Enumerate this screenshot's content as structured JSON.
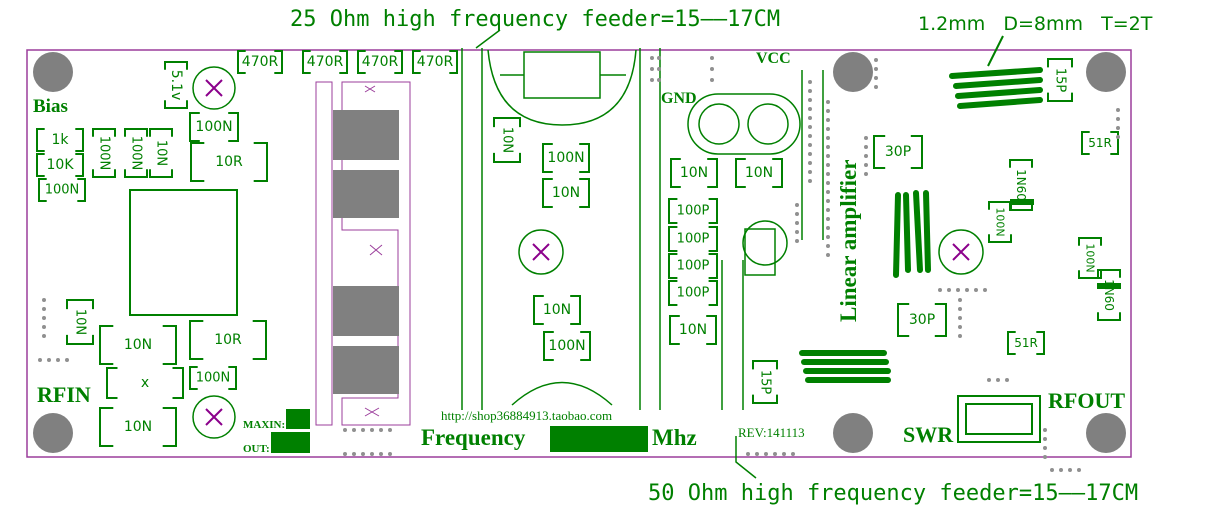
{
  "annotations": {
    "top_feeder": "25 Ohm high frequency feeder=15——17CM",
    "coil_spec": "1.2mm   D=8mm   T=2T",
    "bottom_feeder": "50 Ohm high frequency feeder=15——17CM"
  },
  "board": {
    "bias": "Bias",
    "rfin": "RFIN",
    "rfout": "RFOUT",
    "swr": "SWR",
    "vcc": "VCC",
    "gnd": "GND",
    "linear_amplifier": "Linear amplifier",
    "rev": "REV:141113",
    "url": "http://shop36884913.taobao.com",
    "frequency": "Frequency",
    "mhz": "Mhz",
    "maxin": "MAXIN:",
    "out": "OUT:"
  },
  "components": [
    "470R",
    "470R",
    "470R",
    "470R",
    "5.1v",
    "1k",
    "10K",
    "100N",
    "100N",
    "100N",
    "10N",
    "100N",
    "10R",
    "10N",
    "10N",
    "10R",
    "x",
    "100N",
    "10N",
    "10N",
    "100N",
    "10N",
    "10N",
    "100N",
    "10N",
    "10N",
    "100P",
    "100P",
    "100P",
    "100P",
    "10N",
    "30P",
    "30P",
    "15P",
    "15P",
    "51R",
    "51R",
    "1N60",
    "1N60",
    "100N",
    "100N"
  ],
  "colors": {
    "silkscreen": "#008000",
    "outline": "#9b3d9b",
    "pad": "#808080"
  }
}
